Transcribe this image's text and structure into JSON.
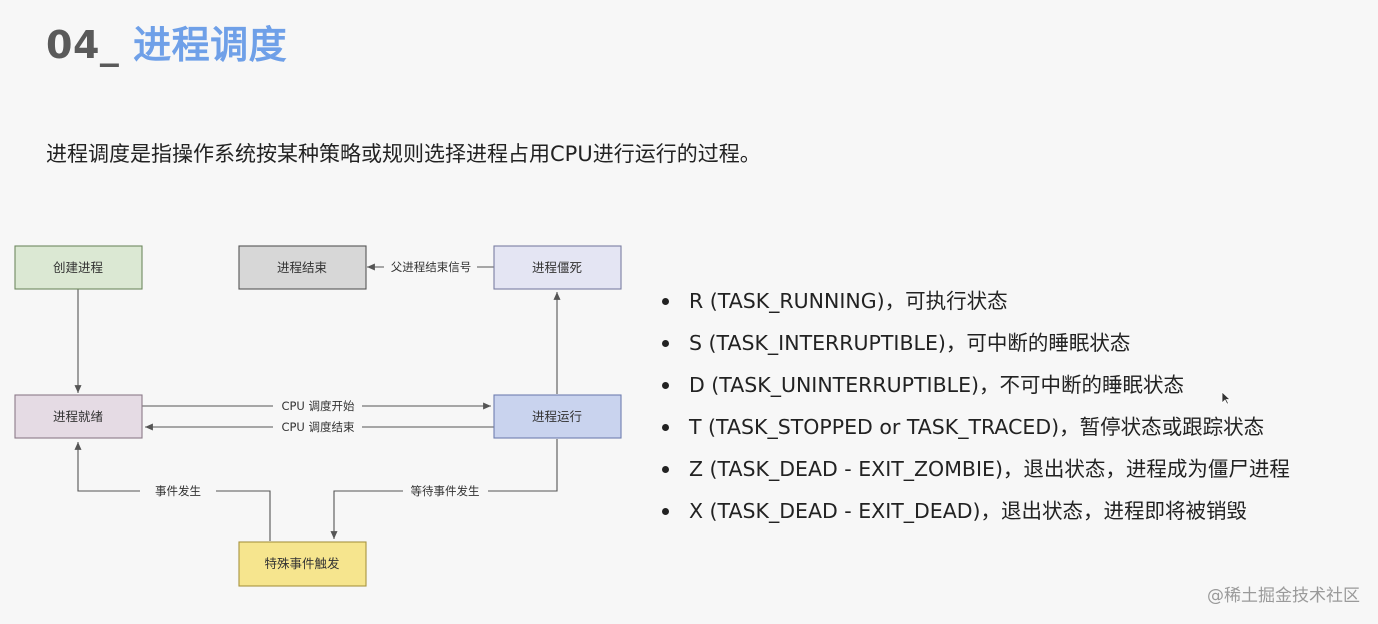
{
  "header": {
    "number": "04_",
    "title": "进程调度"
  },
  "description": "进程调度是指操作系统按某种策略或规则选择进程占用CPU进行运行的过程。",
  "diagram": {
    "nodes": {
      "create": "创建进程",
      "end": "进程结束",
      "zombie": "进程僵死",
      "ready": "进程就绪",
      "running": "进程运行",
      "special": "特殊事件触发"
    },
    "edges": {
      "parent_signal": "父进程结束信号",
      "cpu_start": "CPU 调度开始",
      "cpu_end": "CPU 调度结束",
      "event_occurs": "事件发生",
      "wait_event": "等待事件发生"
    },
    "colors": {
      "create": "#dbe8d3",
      "end": "#d7d7d7",
      "zombie": "#e4e5f3",
      "ready": "#e5dbe4",
      "running": "#c9d3ee",
      "special": "#f6e58e"
    }
  },
  "states": [
    "R (TASK_RUNNING)，可执行状态",
    "S (TASK_INTERRUPTIBLE)，可中断的睡眠状态",
    "D (TASK_UNINTERRUPTIBLE)，不可中断的睡眠状态",
    "T (TASK_STOPPED or TASK_TRACED)，暂停状态或跟踪状态",
    "Z (TASK_DEAD - EXIT_ZOMBIE)，退出状态，进程成为僵尸进程",
    "X (TASK_DEAD - EXIT_DEAD)，退出状态，进程即将被销毁"
  ],
  "watermark": "@稀土掘金技术社区"
}
